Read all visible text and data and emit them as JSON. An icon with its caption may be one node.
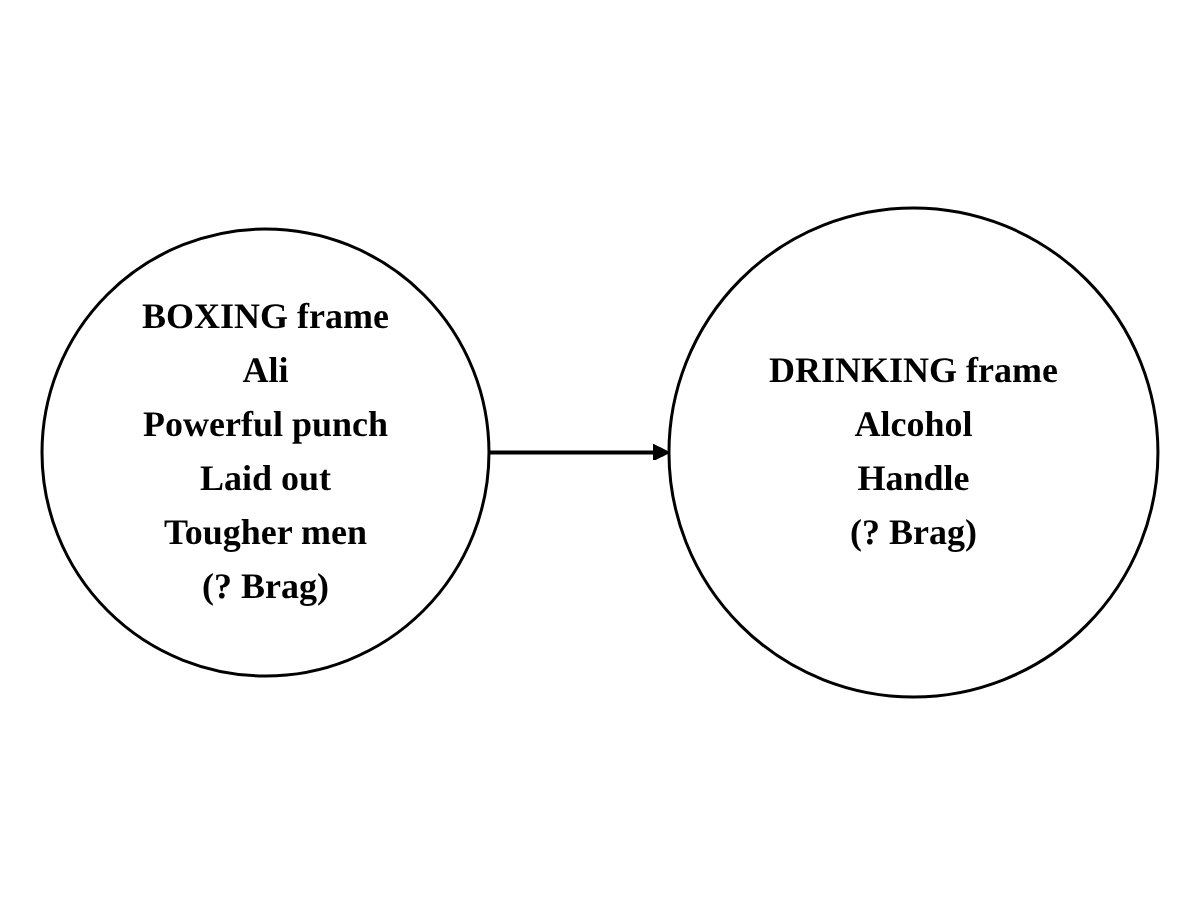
{
  "diagram": {
    "nodes": [
      {
        "text": [
          "BOXING frame",
          "Ali",
          "Powerful punch",
          "Laid out",
          "Tougher men",
          "(? Brag)"
        ]
      },
      {
        "text": [
          "DRINKING frame",
          "Alcohol",
          "Handle",
          "(? Brag)"
        ]
      }
    ],
    "edges": [
      {
        "from": 0,
        "to": 1,
        "arrow": "to"
      }
    ]
  }
}
